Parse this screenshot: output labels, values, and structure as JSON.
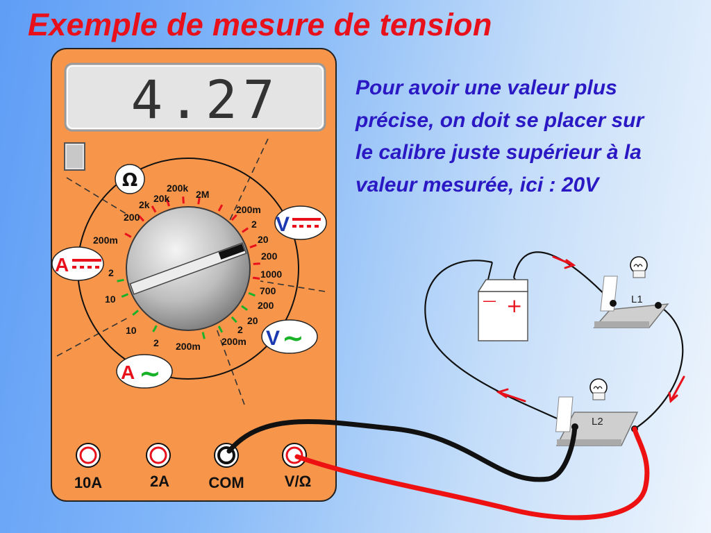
{
  "title": "Exemple de mesure de tension",
  "explanation": "Pour avoir une valeur plus précise, on doit se placer sur le calibre juste supérieur à la valeur mesurée, ici : 20V",
  "multimeter": {
    "display_value": "4.27",
    "mode_ohm": "Ω",
    "mode_v_dc": "V",
    "mode_v_ac": "V",
    "mode_a_dc": "A",
    "mode_a_ac": "A",
    "ac_symbol": "~",
    "labels_ohm": [
      "200",
      "2k",
      "20k",
      "200k",
      "2M"
    ],
    "labels_vdc": [
      "200m",
      "2",
      "20",
      "200",
      "1000"
    ],
    "labels_vac": [
      "700",
      "200",
      "20",
      "2",
      "200m"
    ],
    "labels_aac": [
      "200m",
      "2",
      "10"
    ],
    "labels_adc": [
      "10",
      "2",
      "200m"
    ],
    "terminals": [
      "10A",
      "2A",
      "COM",
      "V/Ω"
    ]
  },
  "circuit": {
    "battery_minus": "—",
    "battery_plus": "+",
    "lamp1_label": "L1",
    "lamp2_label": "L2"
  },
  "colors": {
    "title": "#e8111b",
    "explanation": "#2a18c4",
    "meter_body": "#f7954a",
    "lcd": "#e4e4e4",
    "dc_bar": "#e8111b",
    "v_mode": "#1a39b0",
    "a_mode": "#e8111b",
    "ac_wave": "#19b229",
    "wire_red": "#ee1111",
    "wire_black": "#111111",
    "current_arrow": "#e8111b"
  }
}
